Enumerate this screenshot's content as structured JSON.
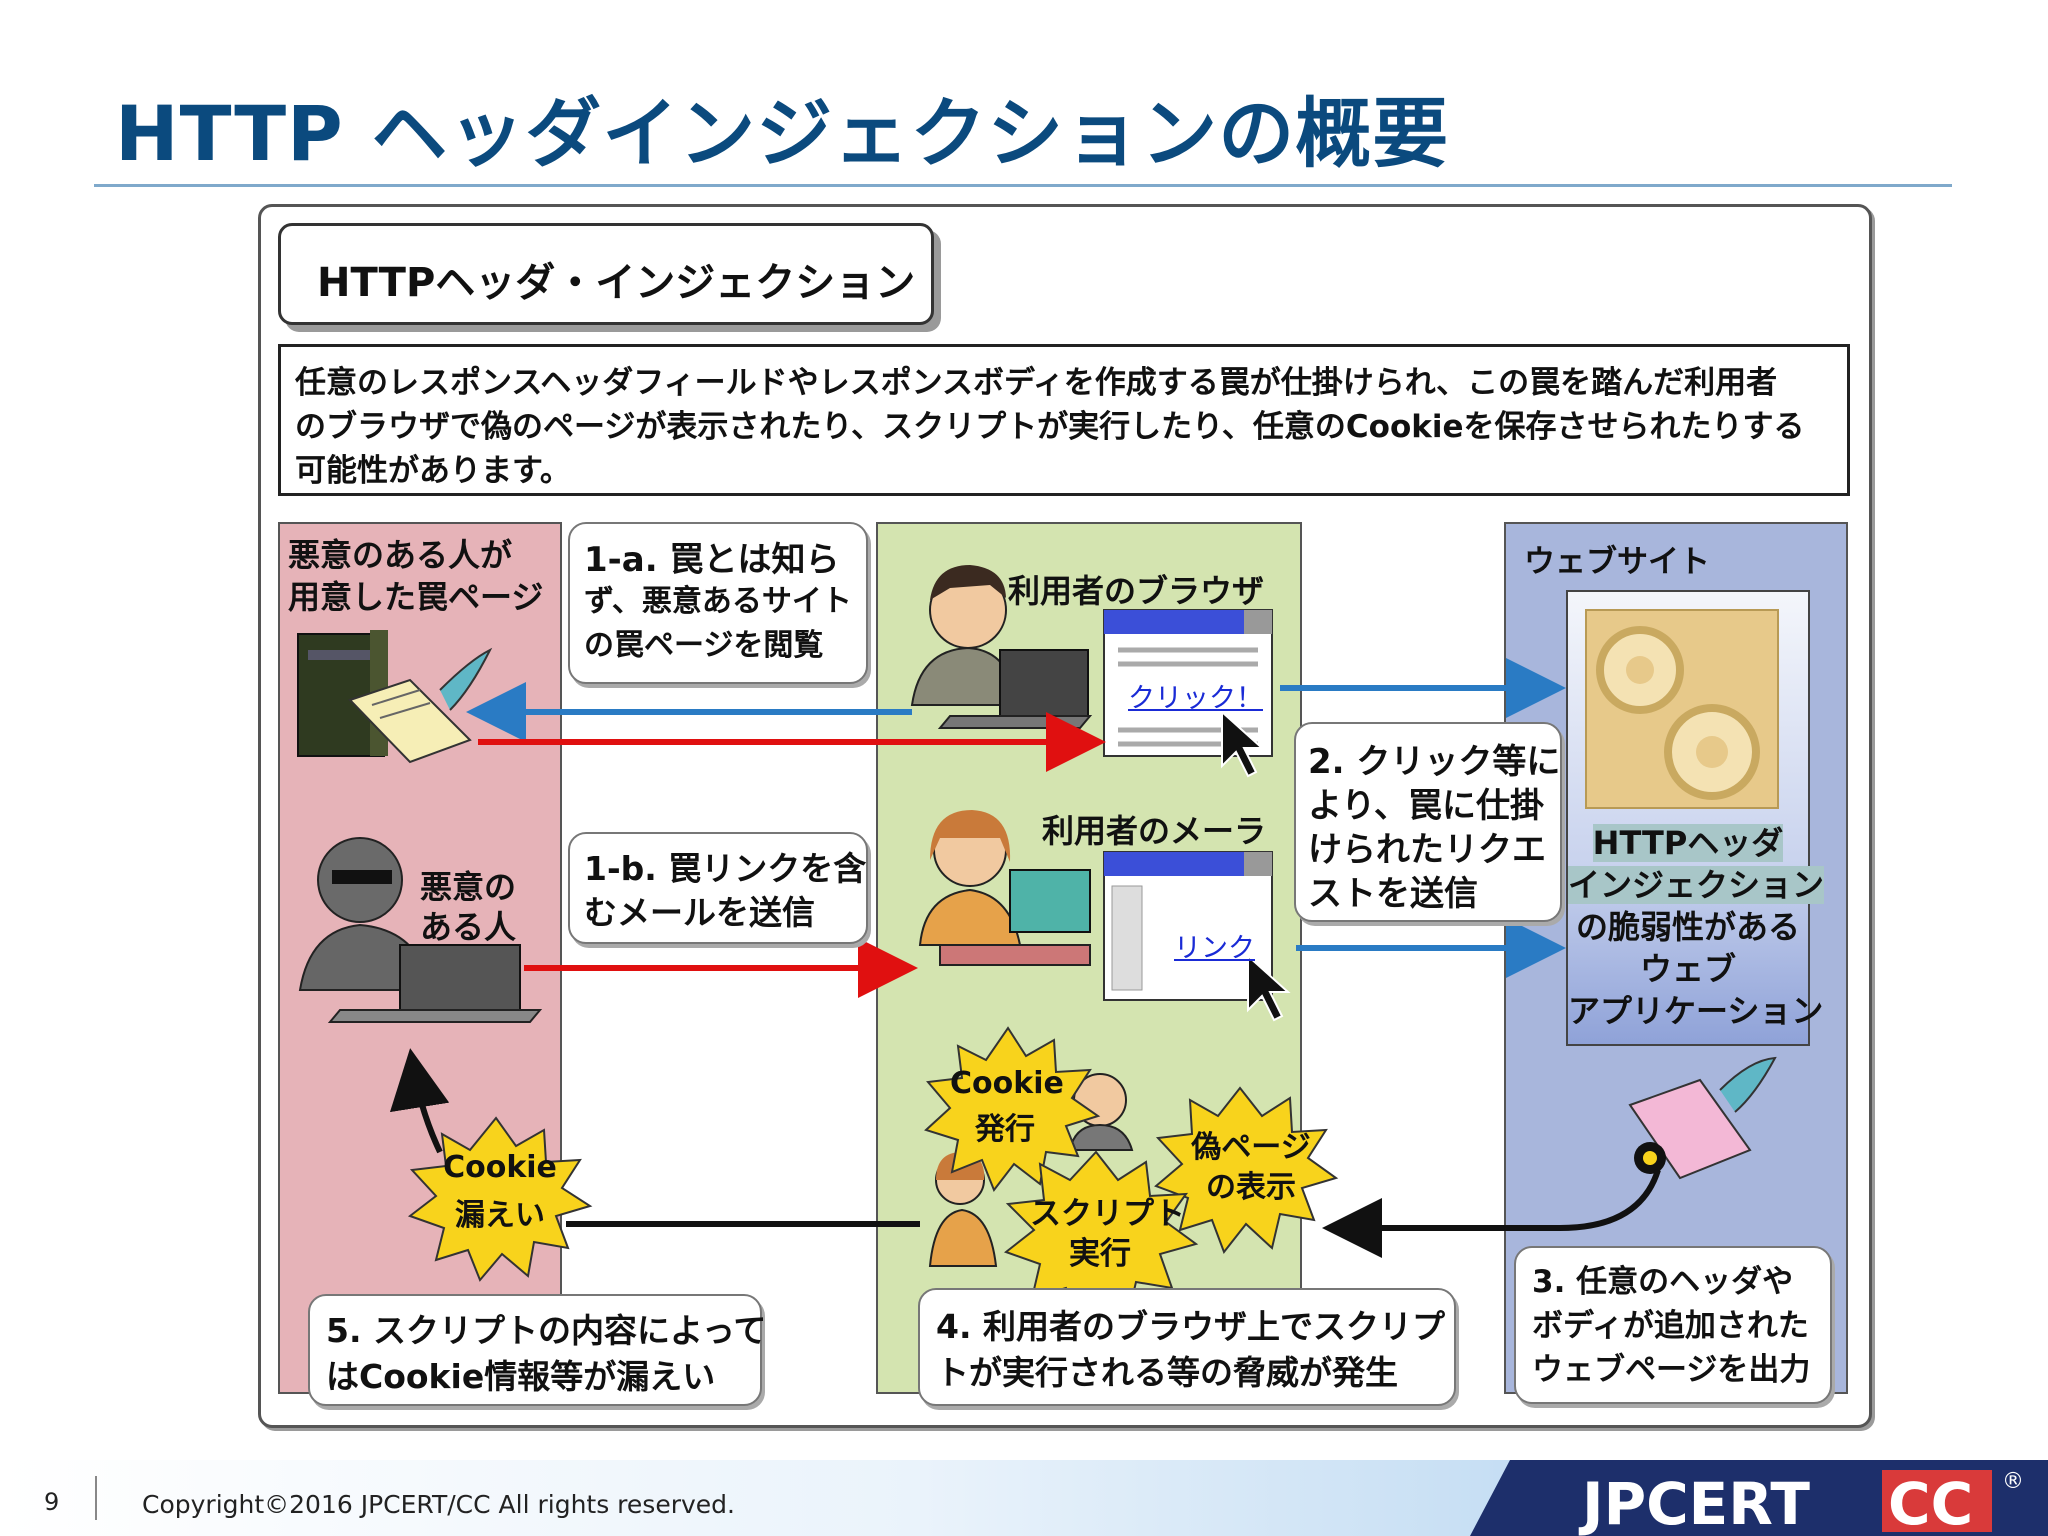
{
  "slide": {
    "title": "HTTP ヘッダインジェクションの概要",
    "page_number": "9",
    "copyright": "Copyright©2016 JPCERT/CC All rights reserved."
  },
  "diagram": {
    "badge_title": "HTTPヘッダ・インジェクション",
    "description_lines": [
      "任意のレスポンスヘッダフィールドやレスポンスボディを作成する罠が仕掛けられ、この罠を踏んだ利用者",
      "のブラウザで偽のページが表示されたり、スクリプトが実行したり、任意のCookieを保存させられたりする",
      "可能性があります。"
    ],
    "left_label": [
      "悪意のある人が",
      "用意した罠ページ"
    ],
    "attacker_label": [
      "悪意の",
      "ある人"
    ],
    "browser_label": "利用者のブラウザ",
    "mailer_label": "利用者のメーラ",
    "click_link": "クリック！",
    "mail_link": "リンク",
    "website_label": "ウェブサイト",
    "app_lines": [
      "HTTPヘッダ",
      "インジェクション",
      "の脆弱性がある",
      "ウェブ",
      "アプリケーション"
    ],
    "step_1a": [
      "1-a. 罠とは知ら",
      "ず、悪意あるサイト",
      "の罠ページを閲覧"
    ],
    "step_1b": [
      "1-b. 罠リンクを含",
      "むメールを送信"
    ],
    "step_2": [
      "2. クリック等に",
      "より、罠に仕掛",
      "けられたリクエ",
      "ストを送信"
    ],
    "step_3": [
      "3. 任意のヘッダや",
      "ボディが追加された",
      "ウェブページを出力"
    ],
    "step_4": [
      "4. 利用者のブラウザ上でスクリプ",
      "トが実行される等の脅威が発生"
    ],
    "step_5": [
      "5. スクリプトの内容によって",
      "はCookie情報等が漏えい"
    ],
    "burst_cookie_issue": [
      "Cookie",
      "発行"
    ],
    "burst_fake_page": [
      "偽ページ",
      "の表示"
    ],
    "burst_script": [
      "スクリプト",
      "実行"
    ],
    "burst_cookie_leak": [
      "Cookie",
      "漏えい"
    ]
  },
  "logo": {
    "text_left": "JPCERT",
    "text_right": "CC",
    "mark": "®"
  },
  "colors": {
    "title": "#0b4a7e",
    "left_column": "#e6b3b8",
    "middle_column": "#d4e4b0",
    "right_column": "#a8b6dc",
    "arrow_blue": "#2a7bc4",
    "arrow_red": "#e01010",
    "burst_yellow": "#f8d31c",
    "logo_navy": "#1d2f6b",
    "logo_red": "#d93a3a"
  }
}
